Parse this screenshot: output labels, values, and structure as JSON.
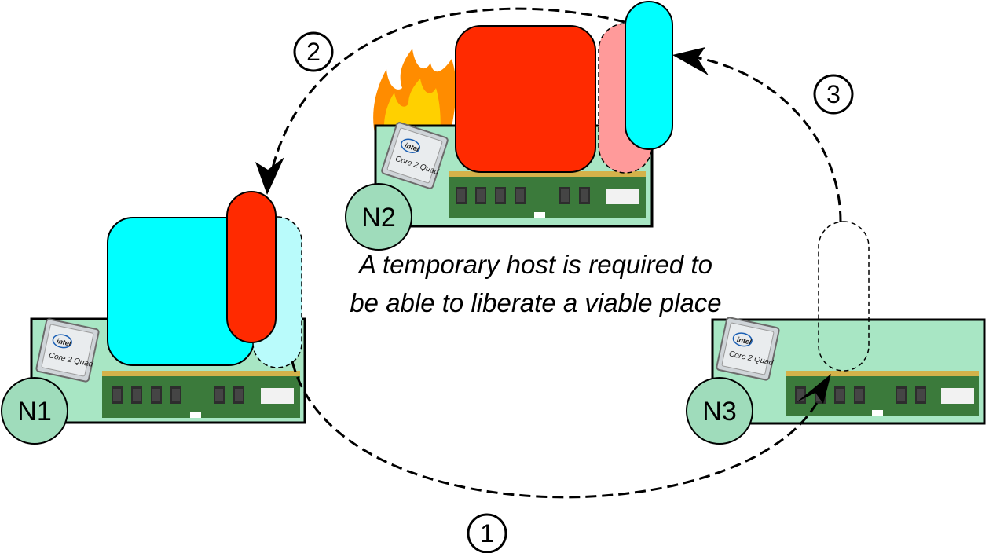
{
  "caption": {
    "line1": "A temporary host is required to",
    "line2": "be able to liberate a viable place"
  },
  "nodes": {
    "n1": {
      "label": "N1",
      "cpu_brand": "intel",
      "cpu_model": "Core 2 Quad"
    },
    "n2": {
      "label": "N2",
      "cpu_brand": "intel",
      "cpu_model": "Core 2 Quad",
      "status": "on fire"
    },
    "n3": {
      "label": "N3",
      "cpu_brand": "intel",
      "cpu_model": "Core 2 Quad"
    }
  },
  "steps": {
    "s1": "1",
    "s2": "2",
    "s3": "3"
  },
  "colors": {
    "node_fill": "#a8e6c4",
    "label_circle": "#9fdcbb",
    "vm_cyan": "#00ffff",
    "vm_cyan_ghost": "#b9fbfb",
    "vm_red": "#ff2a00",
    "vm_red_ghost": "#ff9a9a",
    "ram_green": "#3b7a3b",
    "flame_orange": "#ff8c00",
    "flame_yellow": "#ffd000"
  }
}
